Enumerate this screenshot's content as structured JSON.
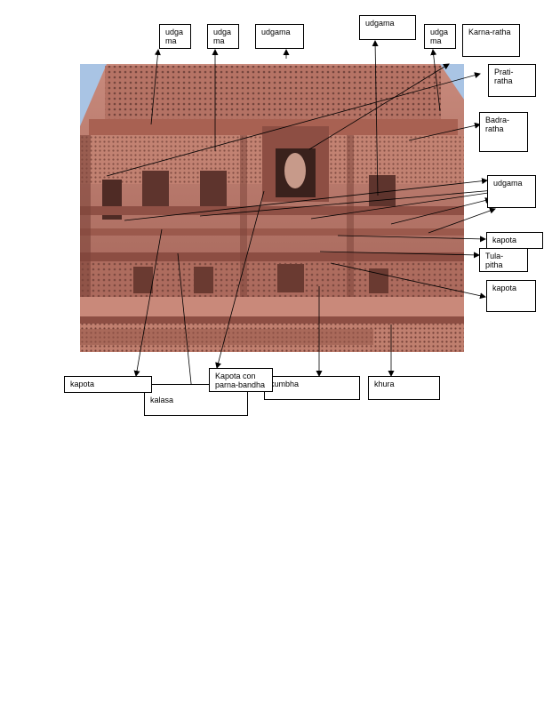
{
  "diagram": {
    "labels": {
      "udgama_1": "udga\nma",
      "udgama_2": "udga\nma",
      "udgama_3": "udgama",
      "udgama_4": "udgama",
      "udgama_5": "udga\nma",
      "karna_ratha": "Karna-ratha",
      "prati_ratha": "Prati-\nratha",
      "badra_ratha": "Badra-\nratha",
      "udgama_6": "udgama",
      "kapota_right_1": "kapota",
      "tula_pitha": "Tula-\npitha",
      "kapota_right_2": "kapota",
      "kapota_bottom": "kapota",
      "kalasa": "kalasa",
      "kapota_parna_bandha": "Kapota con\nparna-bandha",
      "kumbha": "kumbha",
      "khura": "khura"
    },
    "colors": {
      "line": "#000000",
      "box_border": "#000000",
      "stone": "#b9766a",
      "sky": "#a9c4e4"
    }
  }
}
